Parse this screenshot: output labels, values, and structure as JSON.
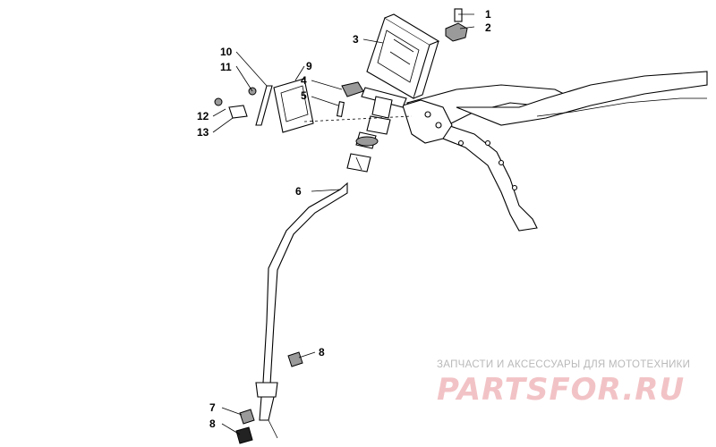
{
  "diagram": {
    "callouts": [
      "1",
      "2",
      "3",
      "4",
      "5",
      "6",
      "7",
      "8",
      "8",
      "9",
      "10",
      "11",
      "12",
      "13"
    ]
  },
  "watermark": {
    "subtitle": "ЗАПЧАСТИ И АКСЕССУАРЫ ДЛЯ МОТОТЕХНИКИ",
    "brand": "PARTSFOR.RU"
  },
  "colors": {
    "line": "#000000",
    "watermark_brand": "#f2c3c6",
    "watermark_text": "#b9b9b9"
  }
}
